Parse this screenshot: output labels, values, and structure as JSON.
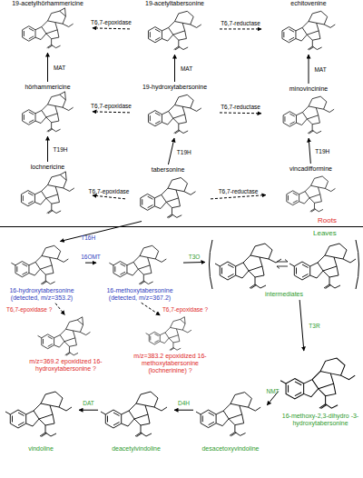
{
  "diagram": {
    "nodes": [
      {
        "text": [
          "19-acetylhörhammericine"
        ]
      },
      {
        "text": [
          "19-acetyltabersonine"
        ]
      },
      {
        "text": [
          "echitovenine"
        ]
      },
      {
        "text": [
          "hörhammericine"
        ]
      },
      {
        "text": [
          "19-hydroxytabersonine"
        ]
      },
      {
        "text": [
          "minovincinine"
        ]
      },
      {
        "text": [
          "lochnericine"
        ]
      },
      {
        "text": [
          "tabersonine"
        ]
      },
      {
        "text": [
          "vincadifformine"
        ]
      },
      {
        "text": [
          "16-hydroxytabersonine",
          "(detected, m/z=353.2)"
        ]
      },
      {
        "text": [
          "16-methoxytabersonine",
          "(detected, m/z=367.2)"
        ]
      },
      {
        "text": [
          "intermediates"
        ]
      },
      {
        "text": [
          "m/z=369.2 epoxidized 16-hydroxytabersonine ?"
        ]
      },
      {
        "text": [
          "m/z=383.2 epoxidized 16-methoxytabersonine (lochnerinine) ?"
        ]
      },
      {
        "text": [
          "16-methoxy-2,3-dihydro -3-hydroxytabersonine"
        ]
      },
      {
        "text": [
          "vindoline"
        ]
      },
      {
        "text": [
          "deacetylvindoline"
        ]
      },
      {
        "text": [
          "desacetoxyvindoline"
        ]
      }
    ],
    "edges": [
      {
        "from": 1,
        "to": 0,
        "label": "T6,7-epoxidase",
        "arrow": "to"
      },
      {
        "from": 1,
        "to": 2,
        "label": "T6,7-reductase",
        "arrow": "to"
      },
      {
        "from": 3,
        "to": 0,
        "label": "MAT",
        "arrow": "to"
      },
      {
        "from": 4,
        "to": 1,
        "label": "MAT",
        "arrow": "to"
      },
      {
        "from": 5,
        "to": 2,
        "label": "MAT",
        "arrow": "to"
      },
      {
        "from": 4,
        "to": 3,
        "label": "T6,7-epoxidase",
        "arrow": "to"
      },
      {
        "from": 4,
        "to": 5,
        "label": "T6,7-reductase",
        "arrow": "to"
      },
      {
        "from": 6,
        "to": 3,
        "label": "T19H",
        "arrow": "to"
      },
      {
        "from": 7,
        "to": 4,
        "label": "T19H",
        "arrow": "to"
      },
      {
        "from": 8,
        "to": 5,
        "label": "T19H",
        "arrow": "to"
      },
      {
        "from": 7,
        "to": 6,
        "label": "T6,7-epoxidase",
        "arrow": "to"
      },
      {
        "from": 7,
        "to": 8,
        "label": "T6,7-reductase",
        "arrow": "to"
      },
      {
        "from": 7,
        "to": 9,
        "label": "T16H",
        "arrow": "to"
      },
      {
        "from": 9,
        "to": 10,
        "label": "16OMT",
        "arrow": "to"
      },
      {
        "from": 10,
        "to": 11,
        "label": "T3O",
        "arrow": "to"
      },
      {
        "from": 11,
        "to": 14,
        "label": "T3R",
        "arrow": "to"
      },
      {
        "from": 14,
        "to": 17,
        "label": "NMT",
        "arrow": "to"
      },
      {
        "from": 17,
        "to": 16,
        "label": "D4H",
        "arrow": "to"
      },
      {
        "from": 16,
        "to": 15,
        "label": "DAT",
        "arrow": "to"
      },
      {
        "from": 9,
        "to": 12,
        "label": "T6,7-epoxidase ?",
        "arrow": "to"
      },
      {
        "from": 10,
        "to": 13,
        "label": "T6,7-epoxidase ?",
        "arrow": "to"
      }
    ],
    "labels": [
      "Roots",
      "Leaves"
    ]
  }
}
